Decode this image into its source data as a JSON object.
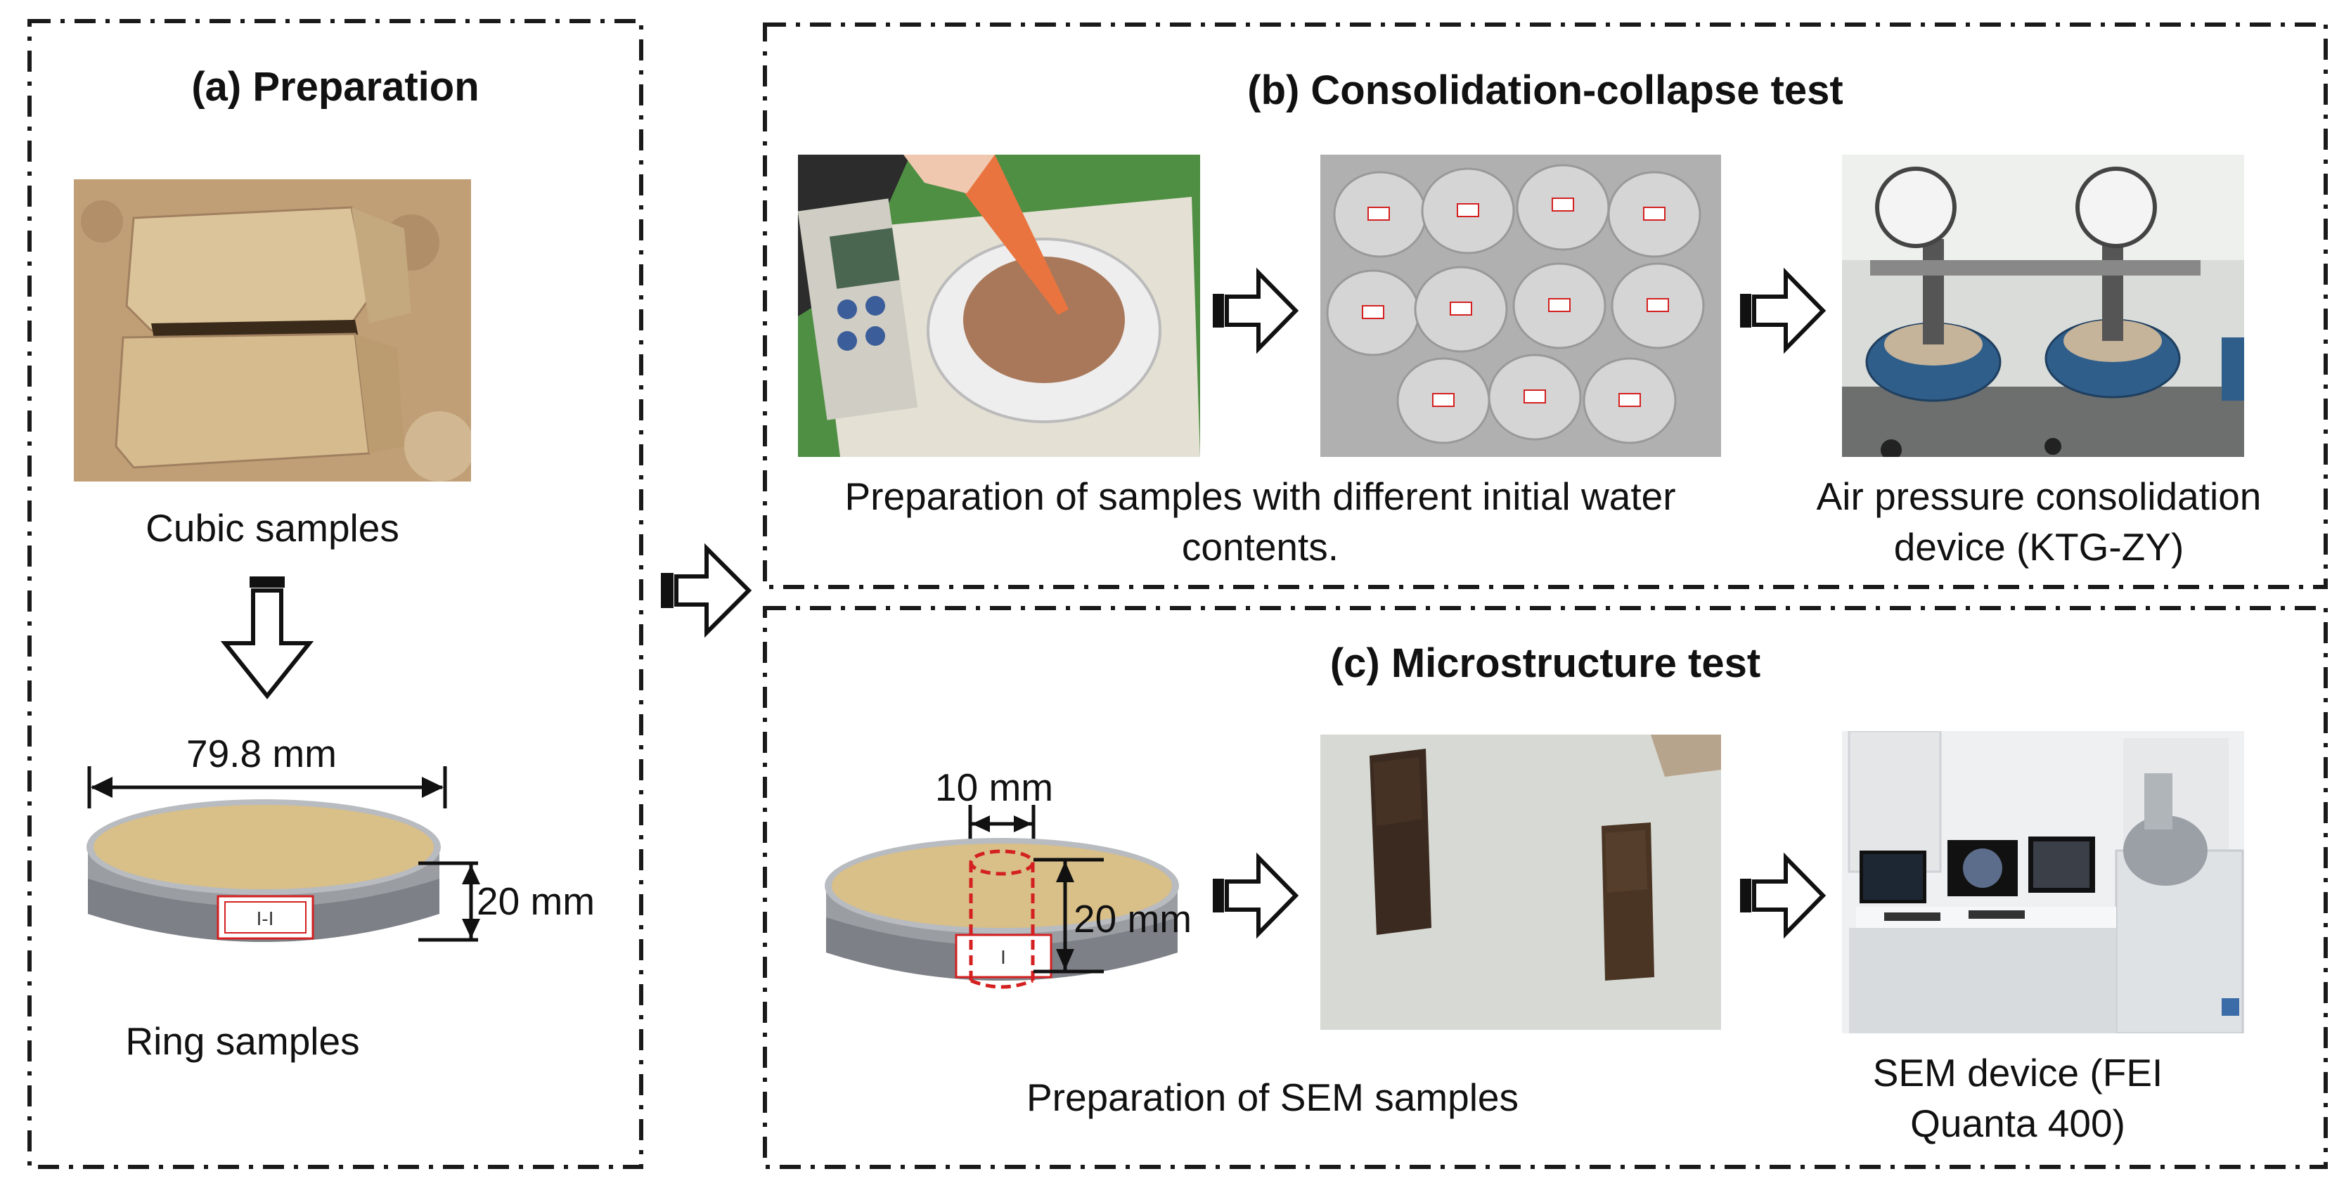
{
  "panels": {
    "a": {
      "title": "(a) Preparation",
      "cubic_caption": "Cubic samples",
      "ring_caption": "Ring samples",
      "dim_diameter": "79.8 mm",
      "dim_height": "20 mm"
    },
    "b": {
      "title": "(b) Consolidation-collapse test",
      "caption_samples": "Preparation of samples with different initial water contents.",
      "caption_device": "Air pressure consolidation device (KTG-ZY)"
    },
    "c": {
      "title": "(c) Microstructure test",
      "dim_core_width": "10 mm",
      "dim_core_height": "20 mm",
      "caption_samples": "Preparation of SEM samples",
      "caption_device": "SEM device (FEI Quanta 400)"
    }
  },
  "photo_labels": {
    "ring_label_a": "I-I",
    "ring_label_c": "I"
  },
  "colors": {
    "frame": "#1a1a1a",
    "cutout": "#d42020",
    "soil": "#d9bf88",
    "steel": "#9a9da2"
  }
}
